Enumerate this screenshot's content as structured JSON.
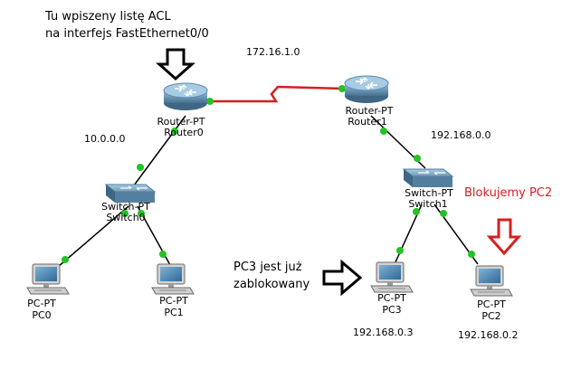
{
  "annotations": {
    "acl_line1": "Tu wpiszeny listę ACL",
    "acl_line2": "na interfejs FastEthernet0/0",
    "blocked_pc2": "Blokujemy PC2",
    "pc3_line1": "PC3 jest już",
    "pc3_line2": "zablokowany"
  },
  "networks": {
    "wan": "172.16.1.0",
    "lan_left": "10.0.0.0",
    "lan_right": "192.168.0.0"
  },
  "devices": {
    "router0": {
      "model": "Router-PT",
      "name": "Router0"
    },
    "router1": {
      "model": "Router-PT",
      "name": "Router1"
    },
    "switch0": {
      "model": "Switch-PT",
      "name": "Switch0"
    },
    "switch1": {
      "model": "Switch-PT",
      "name": "Switch1"
    },
    "pc0": {
      "model": "PC-PT",
      "name": "PC0"
    },
    "pc1": {
      "model": "PC-PT",
      "name": "PC1"
    },
    "pc3": {
      "model": "PC-PT",
      "name": "PC3",
      "ip": "192.168.0.3"
    },
    "pc2": {
      "model": "PC-PT",
      "name": "PC2",
      "ip": "192.168.0.2"
    }
  },
  "colors": {
    "link": "#000000",
    "serial_link": "#d42020",
    "port": "#22c322",
    "router": "#5b8cae",
    "switch": "#5b8cae",
    "alert_arrow": "#d42020"
  }
}
